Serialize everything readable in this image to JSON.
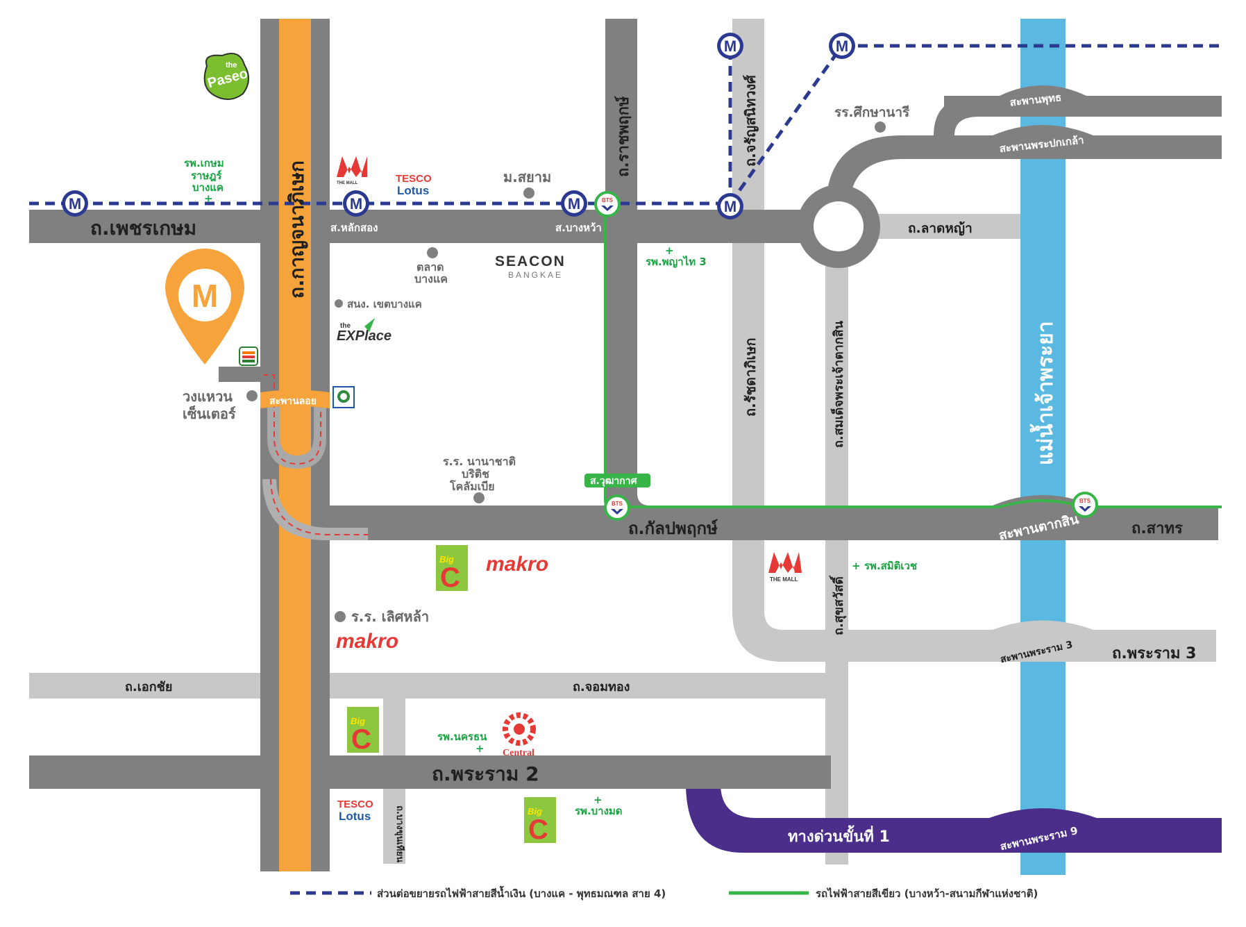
{
  "colors": {
    "road_dark": "#808080",
    "road_light": "#c8c8c8",
    "road_orange": "#f5a33a",
    "river": "#5bb8e0",
    "expressway": "#4b2e8a",
    "mrt_blue": "#2b3990",
    "bts_green": "#38b549",
    "pin_orange": "#f5a33a"
  },
  "roads": {
    "phetkasem": "ถ.เพชรเกษม",
    "kanchanaphisek": "ถ.กาญจนาภิเษก",
    "ratchaphruek": "ถ.ราชพฤกษ์",
    "charansanitwong": "ถ.จรัญสนิทวงศ์",
    "lat_ya": "ถ.ลาดหญ้า",
    "ratchadaphisek": "ถ.รัชดาภิเษก",
    "somdet_phra_chao_taksin": "ถ.สมเด็จพระเจ้าตากสิน",
    "kanlapaphruek": "ถ.กัลปพฤกษ์",
    "sathon": "ถ.สาทร",
    "suksawat": "ถ.สุขสวัสดิ์",
    "rama3": "ถ.พระราม 3",
    "ekkachai": "ถ.เอกชัย",
    "chom_thong": "ถ.จอมทอง",
    "rama2": "ถ.พระราม 2",
    "bang_khun_thian": "ถ.บางขุนเทียน",
    "expressway": "ทางด่วนขั้นที่ 1",
    "river": "แม่น้ำเจ้าพระยา"
  },
  "bridges": {
    "phut": "สะพานพุทธ",
    "pokklao": "สะพานพระปกเกล้า",
    "taksin": "สะพานตากสิน",
    "rama3": "สะพานพระราม 3",
    "rama9": "สะพานพระราม 9",
    "loi": "สะพานลอย"
  },
  "stations": {
    "lak_song": "ส.หลักสอง",
    "bang_wa": "ส.บางหว้า",
    "wutthakat": "ส.วุฒากาศ"
  },
  "markers": {
    "mrt": "M",
    "bts": "BTS"
  },
  "places": {
    "kasem_rat": [
      "รพ.เกษม",
      "ราษฎร์",
      "บางแค"
    ],
    "talat_bang_khae": [
      "ตลาด",
      "บางแค"
    ],
    "siam_uni": "ม.สยาม",
    "seacon": "SEACON",
    "seacon_sub": "BANGKAE",
    "district_office": "สนง. เขตบางแค",
    "phyathai3": "รพ.พญาไท 3",
    "suksa_nari": "รร.ศึกษานารี",
    "wong_waen": [
      "วงแหวน",
      "เซ็นเตอร์"
    ],
    "british_school": [
      "ร.ร. นานาชาติ",
      "บริติช",
      "โคลัมเบีย"
    ],
    "samitivej": "รพ.สมิติเวช",
    "loet_la": "ร.ร. เลิศหล้า",
    "nakharin": "รพ.นครธน",
    "bang_mot": "รพ.บางมด"
  },
  "brands": {
    "paseo_top": "the",
    "paseo": "Paseo",
    "the_mall": "THE MALL",
    "tesco": "TESCO",
    "lotus": "Lotus",
    "makro": "makro",
    "big": "Big",
    "c": "C",
    "central": "Central",
    "explace_the": "the",
    "explace": "EXPlace"
  },
  "legend": {
    "blue_line": "ส่วนต่อขยายรถไฟฟ้าสายสีน้ำเงิน (บางแค - พุทธมณฑล สาย 4)",
    "green_line": "รถไฟฟ้าสายสีเขียว (บางหว้า-สนามกีฬาแห่งชาติ)"
  },
  "pin": {
    "label": "M"
  }
}
